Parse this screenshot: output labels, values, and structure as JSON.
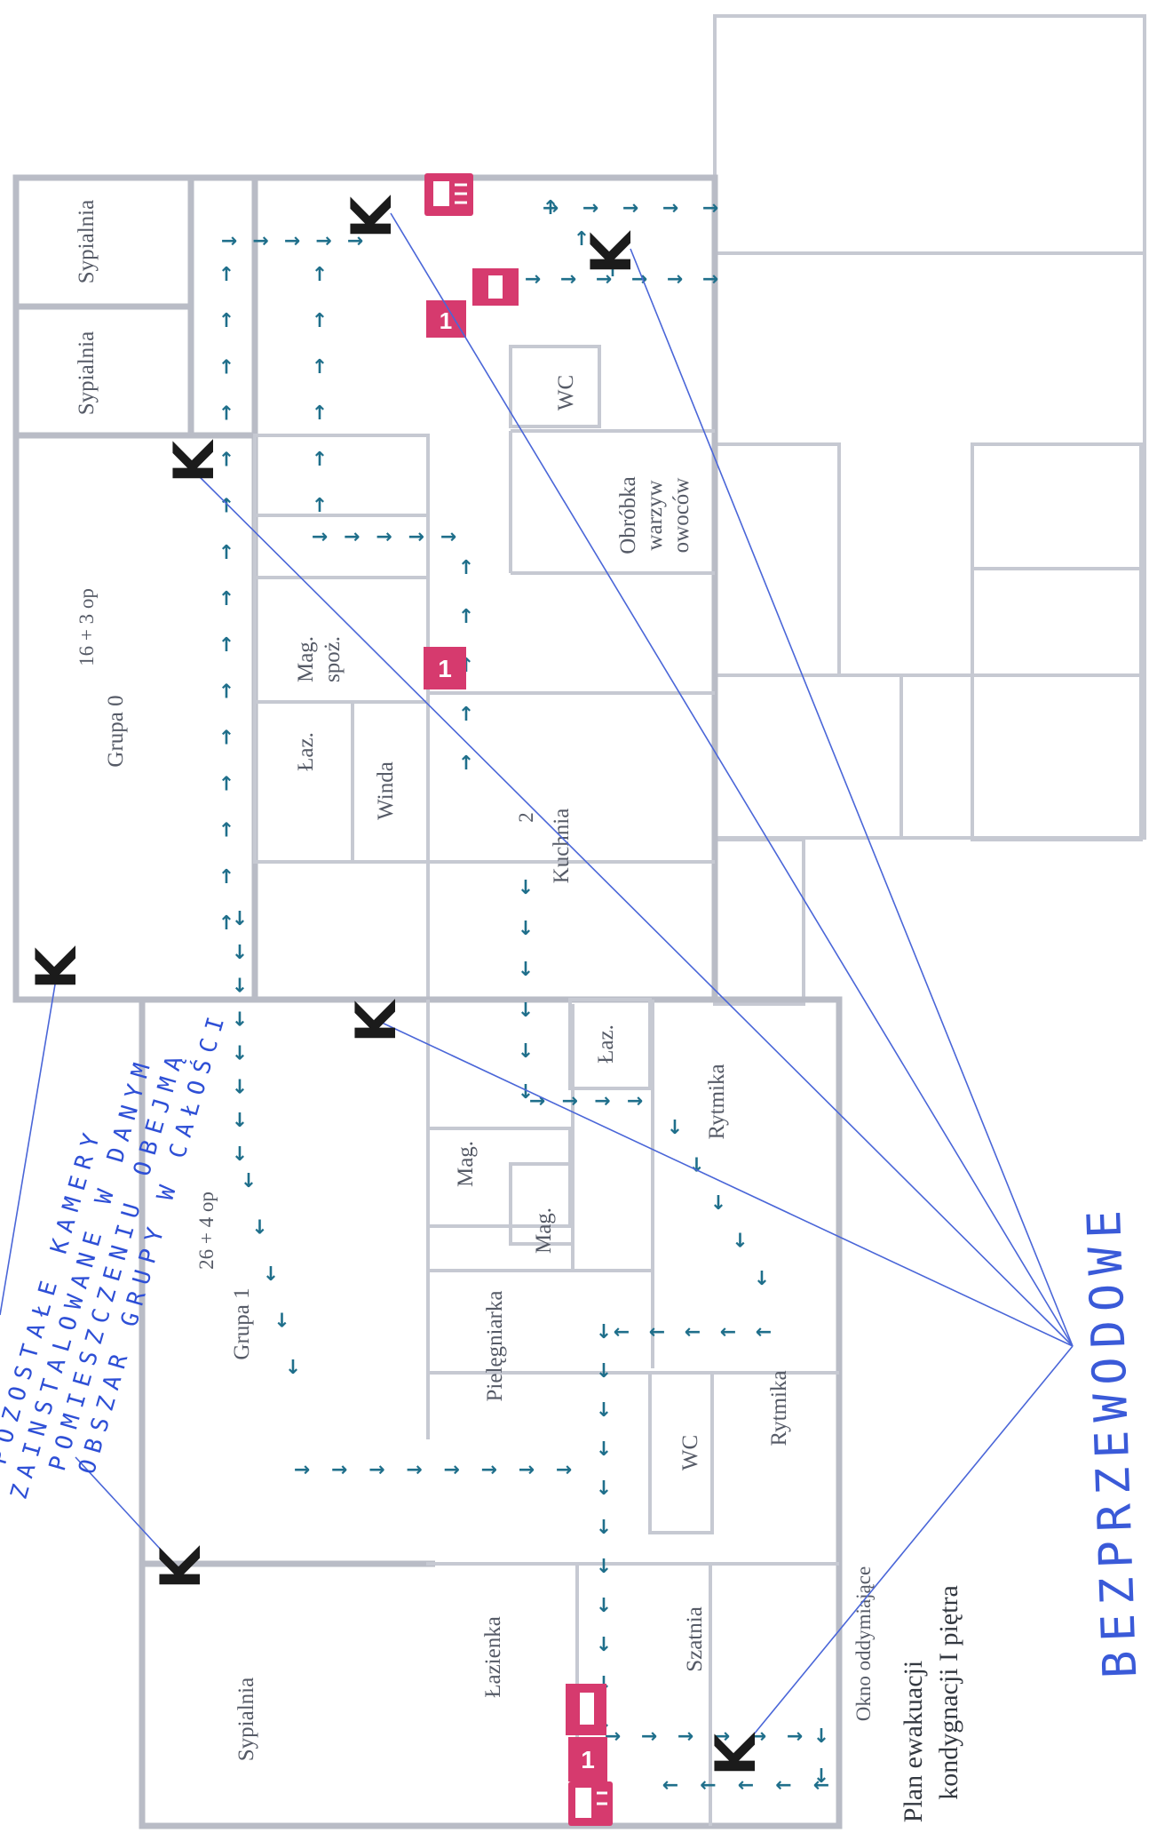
{
  "plan": {
    "title": "Plan ewakuacji",
    "subtitle": "kondygnacji I piętra"
  },
  "rooms": {
    "sypialnia_1": "Sypialnia",
    "sypialnia_2": "Sypialnia",
    "grupa0": "Grupa 0",
    "grupa0_cap": "16 + 3 op",
    "wc_top": "WC",
    "obrobka": [
      "Obróbka",
      "warzyw",
      "owoców"
    ],
    "mag_spoz": [
      "Mag.",
      "spoż."
    ],
    "laz_top": "Łaz.",
    "winda": "Winda",
    "kuchnia": "Kuchnia",
    "kuchnia_num": "2",
    "laz_mid": "Łaz.",
    "rytmika_1": "Rytmika",
    "mag_1": "Mag.",
    "mag_2": "Mag.",
    "grupa1": "Grupa 1",
    "grupa1_cap": "26 + 4 op",
    "pielegniarka": "Pielęgniarka",
    "wc_mid": "WC",
    "rytmika_2": "Rytmika",
    "szatnia": "Szatnia",
    "lazienka": "Łazienka",
    "sypialnia_3": "Sypialnia",
    "okno": "Okno oddymiające"
  },
  "handwriting": {
    "line1": "POZOSTAŁE KAMERY",
    "line2": "ZAINSTALOWANE W DANYM",
    "line3": "POMIESZCZENIU OBEJMĄ",
    "line4": "OBSZAR GRUPY W CAŁOŚCI",
    "bottom": "BEZPRZEWODOWE"
  },
  "camera_mark": "K",
  "exit_sign_text": "1",
  "colors": {
    "arrow": "#1f6f8b",
    "sign": "#d63a6e",
    "ink": "#2e4fd6",
    "wall": "#b9bcc6"
  }
}
